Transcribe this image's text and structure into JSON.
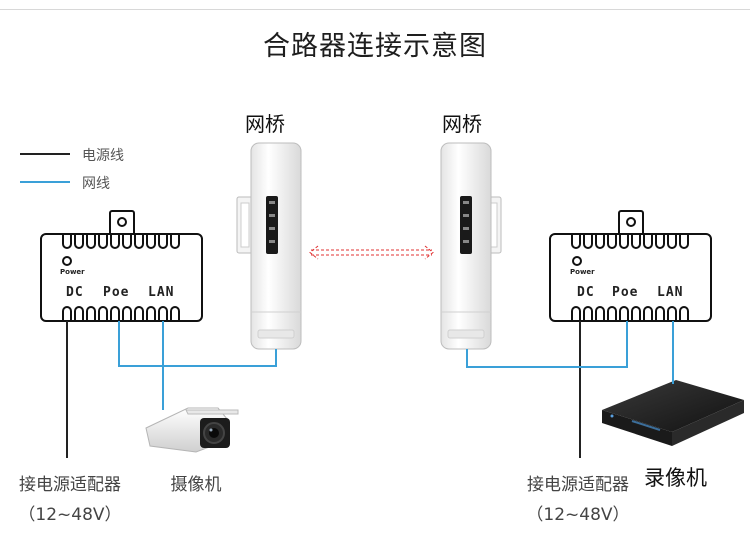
{
  "title": "合路器连接示意图",
  "bridges": [
    {
      "label": "网桥"
    },
    {
      "label": "网桥"
    }
  ],
  "legend": [
    {
      "text": "电源线",
      "color": "#222222"
    },
    {
      "text": "网线",
      "color": "#3aa0d8"
    }
  ],
  "poe_adapters": [
    {
      "power": "Power",
      "ports": [
        "DC",
        "Poe",
        "LAN"
      ]
    },
    {
      "power": "Power",
      "ports": [
        "DC",
        "Poe",
        "LAN"
      ]
    }
  ],
  "left": {
    "adapter_caption": "接电源适配器",
    "voltage": "（12~48V）",
    "device": "摄像机"
  },
  "right": {
    "adapter_caption": "接电源适配器",
    "voltage": "（12~48V）",
    "device": "录像机"
  },
  "colors": {
    "power_line": "#222222",
    "network_line": "#3aa0d8",
    "wireless_link": "#e03030"
  }
}
